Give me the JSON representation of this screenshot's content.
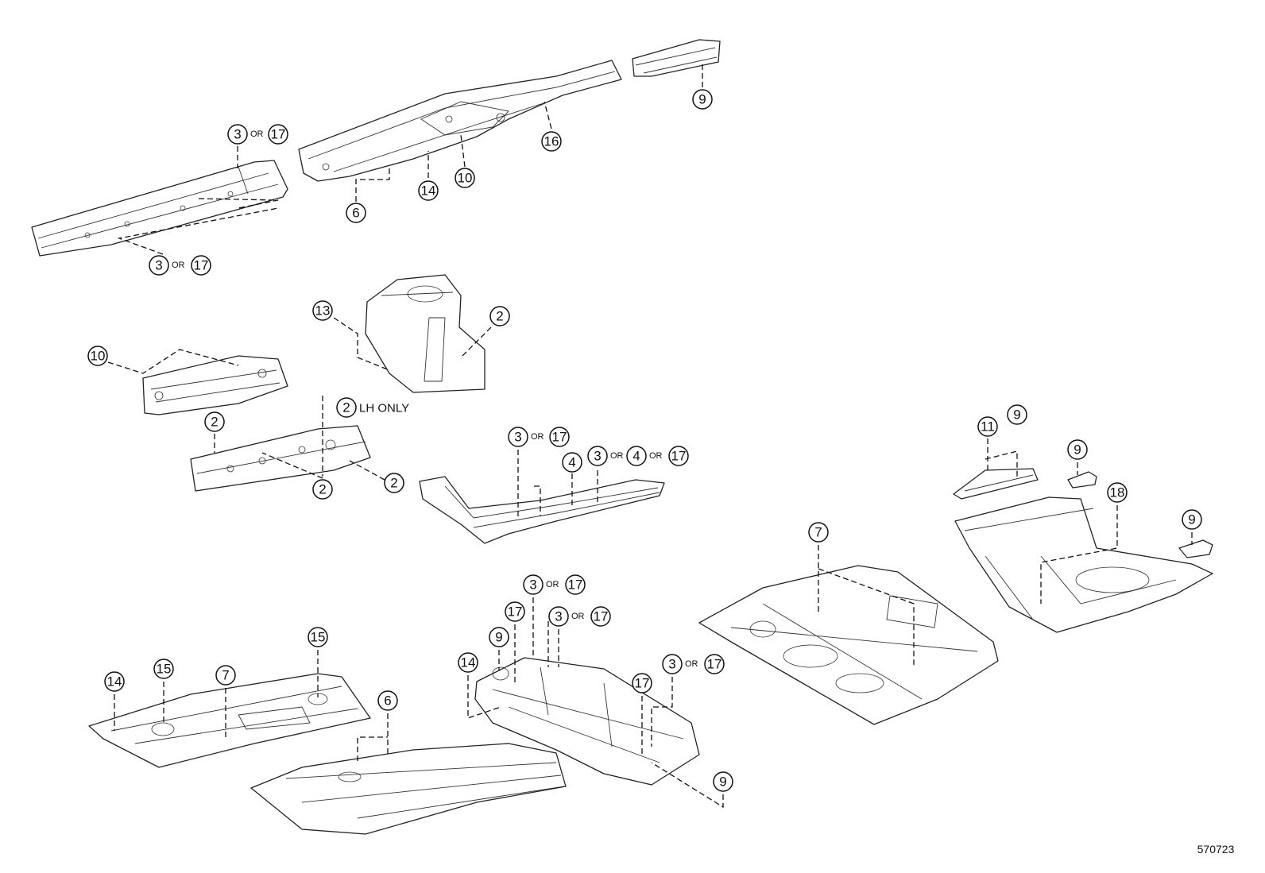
{
  "diagram_id": "570723",
  "callouts": [
    {
      "parts": [
        "3",
        "17"
      ],
      "connector": "OR"
    },
    {
      "parts": [
        "3",
        "17"
      ],
      "connector": "OR"
    },
    {
      "parts": [
        "6"
      ]
    },
    {
      "parts": [
        "14"
      ]
    },
    {
      "parts": [
        "10"
      ]
    },
    {
      "parts": [
        "16"
      ]
    },
    {
      "parts": [
        "9"
      ]
    },
    {
      "parts": [
        "13"
      ]
    },
    {
      "parts": [
        "2"
      ]
    },
    {
      "parts": [
        "10"
      ]
    },
    {
      "parts": [
        "2"
      ],
      "note": "LH ONLY"
    },
    {
      "parts": [
        "2"
      ]
    },
    {
      "parts": [
        "2"
      ]
    },
    {
      "parts": [
        "2"
      ]
    },
    {
      "parts": [
        "3",
        "17"
      ],
      "connector": "OR"
    },
    {
      "parts": [
        "4"
      ]
    },
    {
      "parts": [
        "3",
        "4",
        "17"
      ],
      "connector": "OR"
    },
    {
      "parts": [
        "11"
      ]
    },
    {
      "parts": [
        "9"
      ]
    },
    {
      "parts": [
        "9"
      ]
    },
    {
      "parts": [
        "18"
      ]
    },
    {
      "parts": [
        "9"
      ]
    },
    {
      "parts": [
        "7"
      ]
    },
    {
      "parts": [
        "3",
        "17"
      ],
      "connector": "OR"
    },
    {
      "parts": [
        "17"
      ]
    },
    {
      "parts": [
        "3",
        "17"
      ],
      "connector": "OR"
    },
    {
      "parts": [
        "9"
      ]
    },
    {
      "parts": [
        "14"
      ]
    },
    {
      "parts": [
        "17"
      ]
    },
    {
      "parts": [
        "3",
        "17"
      ],
      "connector": "OR"
    },
    {
      "parts": [
        "9"
      ]
    },
    {
      "parts": [
        "15"
      ]
    },
    {
      "parts": [
        "14"
      ]
    },
    {
      "parts": [
        "15"
      ]
    },
    {
      "parts": [
        "7"
      ]
    },
    {
      "parts": [
        "6"
      ]
    }
  ]
}
